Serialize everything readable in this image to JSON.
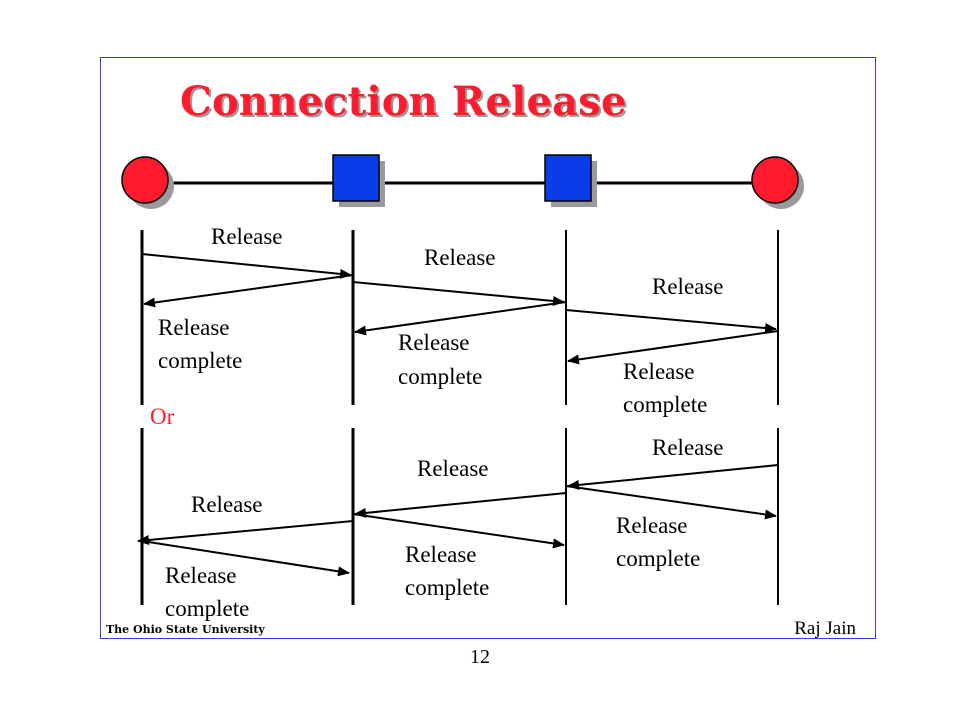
{
  "slide": {
    "title": "Connection Release",
    "footer_left": "The Ohio State University",
    "footer_right": "Raj Jain",
    "page_number": "12"
  },
  "colors": {
    "title": "#ff1a2e",
    "endpoint": "#ff1a2e",
    "switch": "#0a3de8",
    "or_label": "#ff1a2e"
  },
  "topology": {
    "nodes": [
      "end-system-left",
      "switch-1",
      "switch-2",
      "end-system-right"
    ]
  },
  "scenario1": {
    "msg1": "Release",
    "msg2": "Release",
    "msg3": "Release",
    "resp1": [
      "Release",
      "complete"
    ],
    "resp2": [
      "Release",
      "complete"
    ],
    "resp3": [
      "Release",
      "complete"
    ]
  },
  "separator": "Or",
  "scenario2": {
    "msg1": "Release",
    "msg2": "Release",
    "msg3": "Release",
    "resp1": [
      "Release",
      "complete"
    ],
    "resp2": [
      "Release",
      "complete"
    ],
    "resp3": [
      "Release",
      "complete"
    ]
  }
}
